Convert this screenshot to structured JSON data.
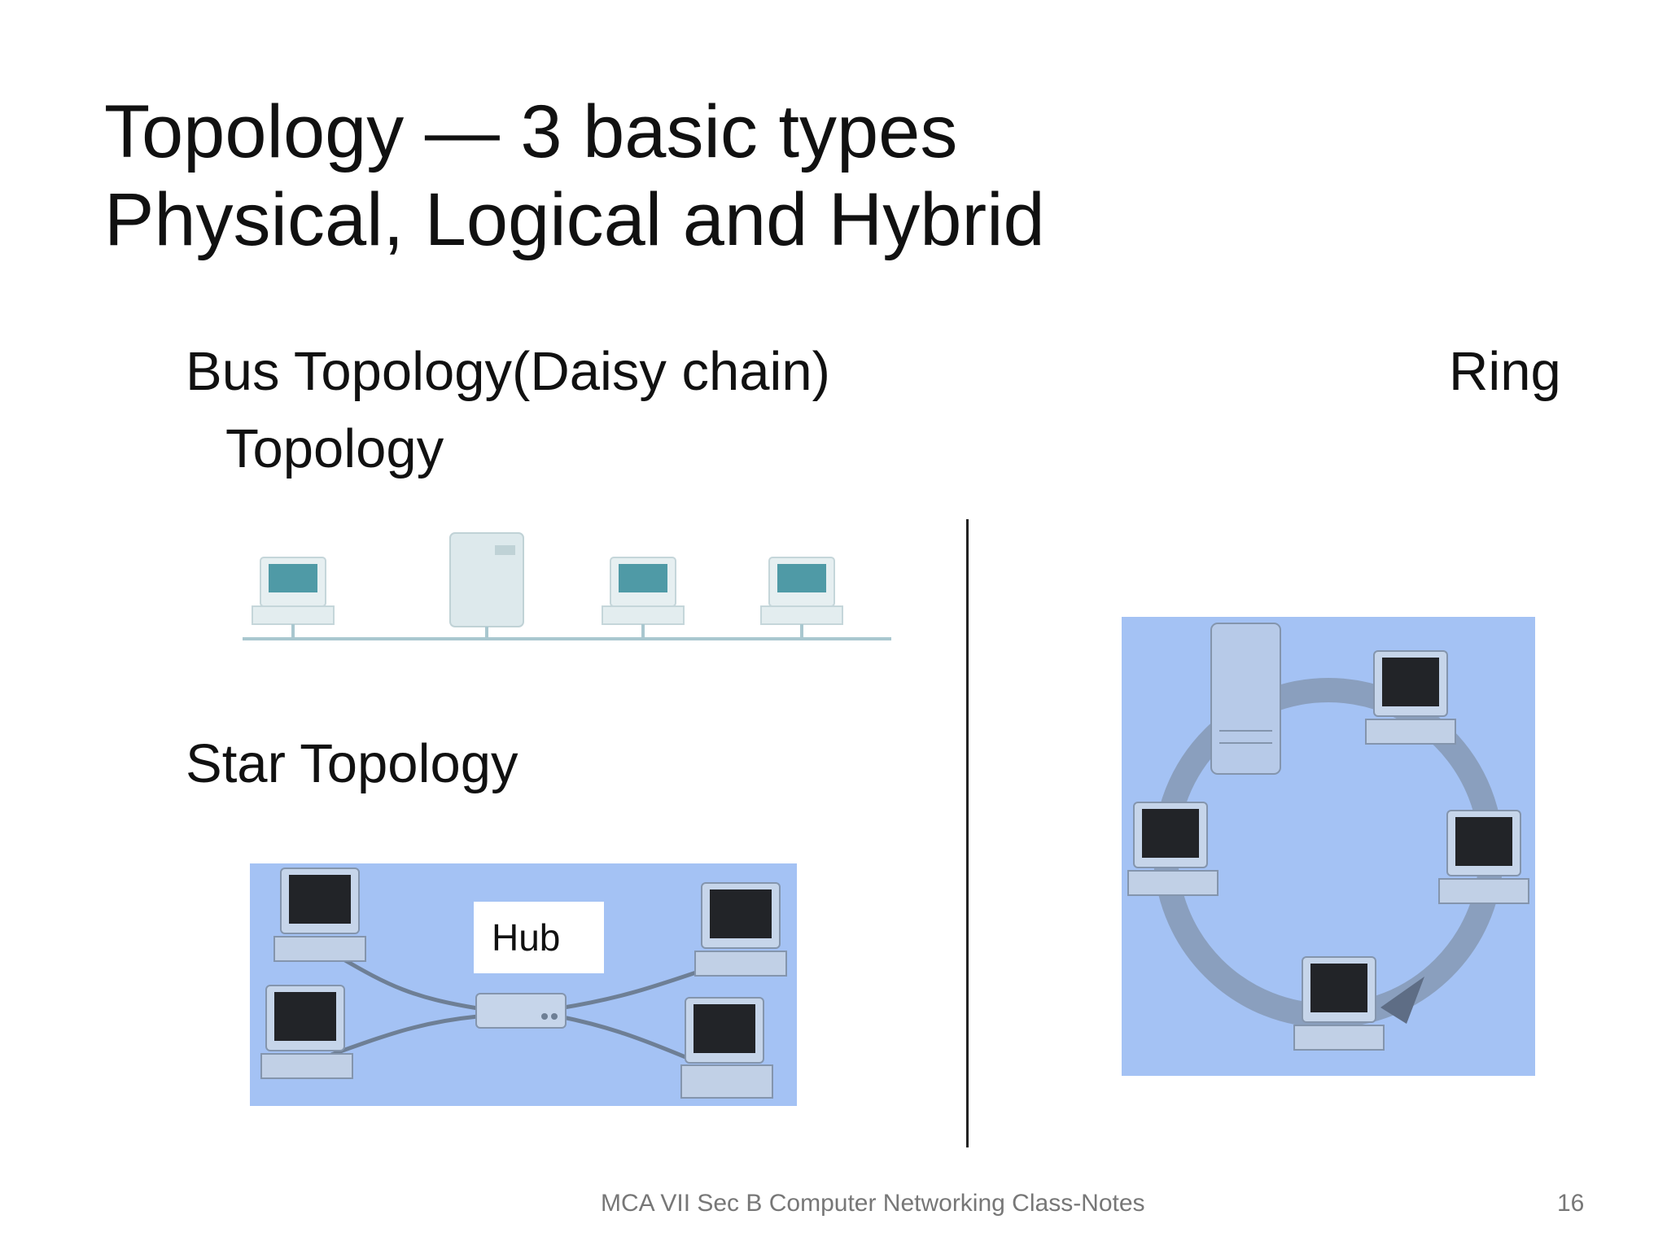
{
  "slide": {
    "title_line1": "Topology — 3 basic types",
    "title_line2": "Physical, Logical and Hybrid",
    "bus_label_line1": "Bus Topology(Daisy chain)",
    "bus_label_line2": "Topology",
    "ring_label": "Ring",
    "star_label": "Star Topology",
    "hub_label": "Hub",
    "footer": "MCA VII Sec B Computer Networking  Class-Notes",
    "page_number": "16"
  },
  "colors": {
    "diagram_background": "#a4c2f4",
    "bus_cable": "#a9c7cf",
    "monitor_screen_bus": "#4f9aa6",
    "monitor_screen_dark": "#222428"
  }
}
